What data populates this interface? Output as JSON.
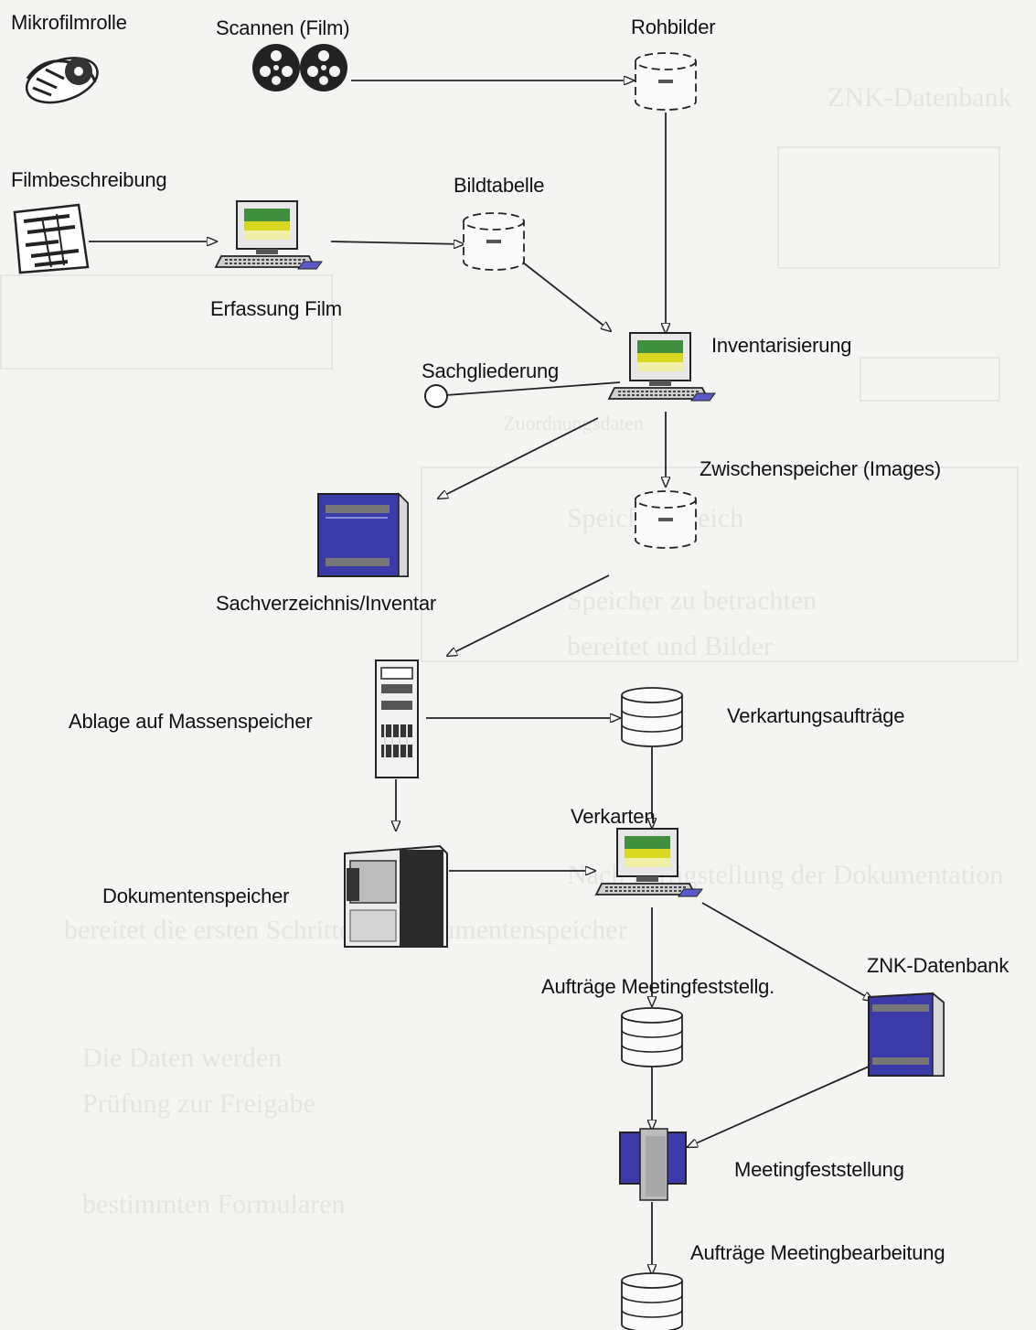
{
  "diagram": {
    "labels": {
      "mikrofilmrolle": "Mikrofilmrolle",
      "scannen": "Scannen (Film)",
      "rohbilder": "Rohbilder",
      "filmbeschreibung": "Filmbeschreibung",
      "bildtabelle": "Bildtabelle",
      "erfassung": "Erfassung Film",
      "inventarisierung": "Inventarisierung",
      "sachgliederung": "Sachgliederung",
      "zwischenspeicher": "Zwischenspeicher (Images)",
      "sachverzeichnis": "Sachverzeichnis/Inventar",
      "ablage": "Ablage auf Massenspeicher",
      "verkartungsauftraege": "Verkartungsaufträge",
      "verkarten": "Verkarten",
      "dokumentenspeicher": "Dokumentenspeicher",
      "znk": "ZNK-Datenbank",
      "auftraege_feststellung": "Aufträge Meetingfeststellg.",
      "meetingfeststellung": "Meetingfeststellung",
      "auftraege_bearbeitung": "Aufträge Meetingbearbeitung"
    },
    "colors": {
      "line": "#222222",
      "monitor_blue": "#3a3aa8",
      "screen_green": "#3f8f3f",
      "screen_yellow": "#d8d820",
      "paper": "#f4f4f2"
    }
  }
}
